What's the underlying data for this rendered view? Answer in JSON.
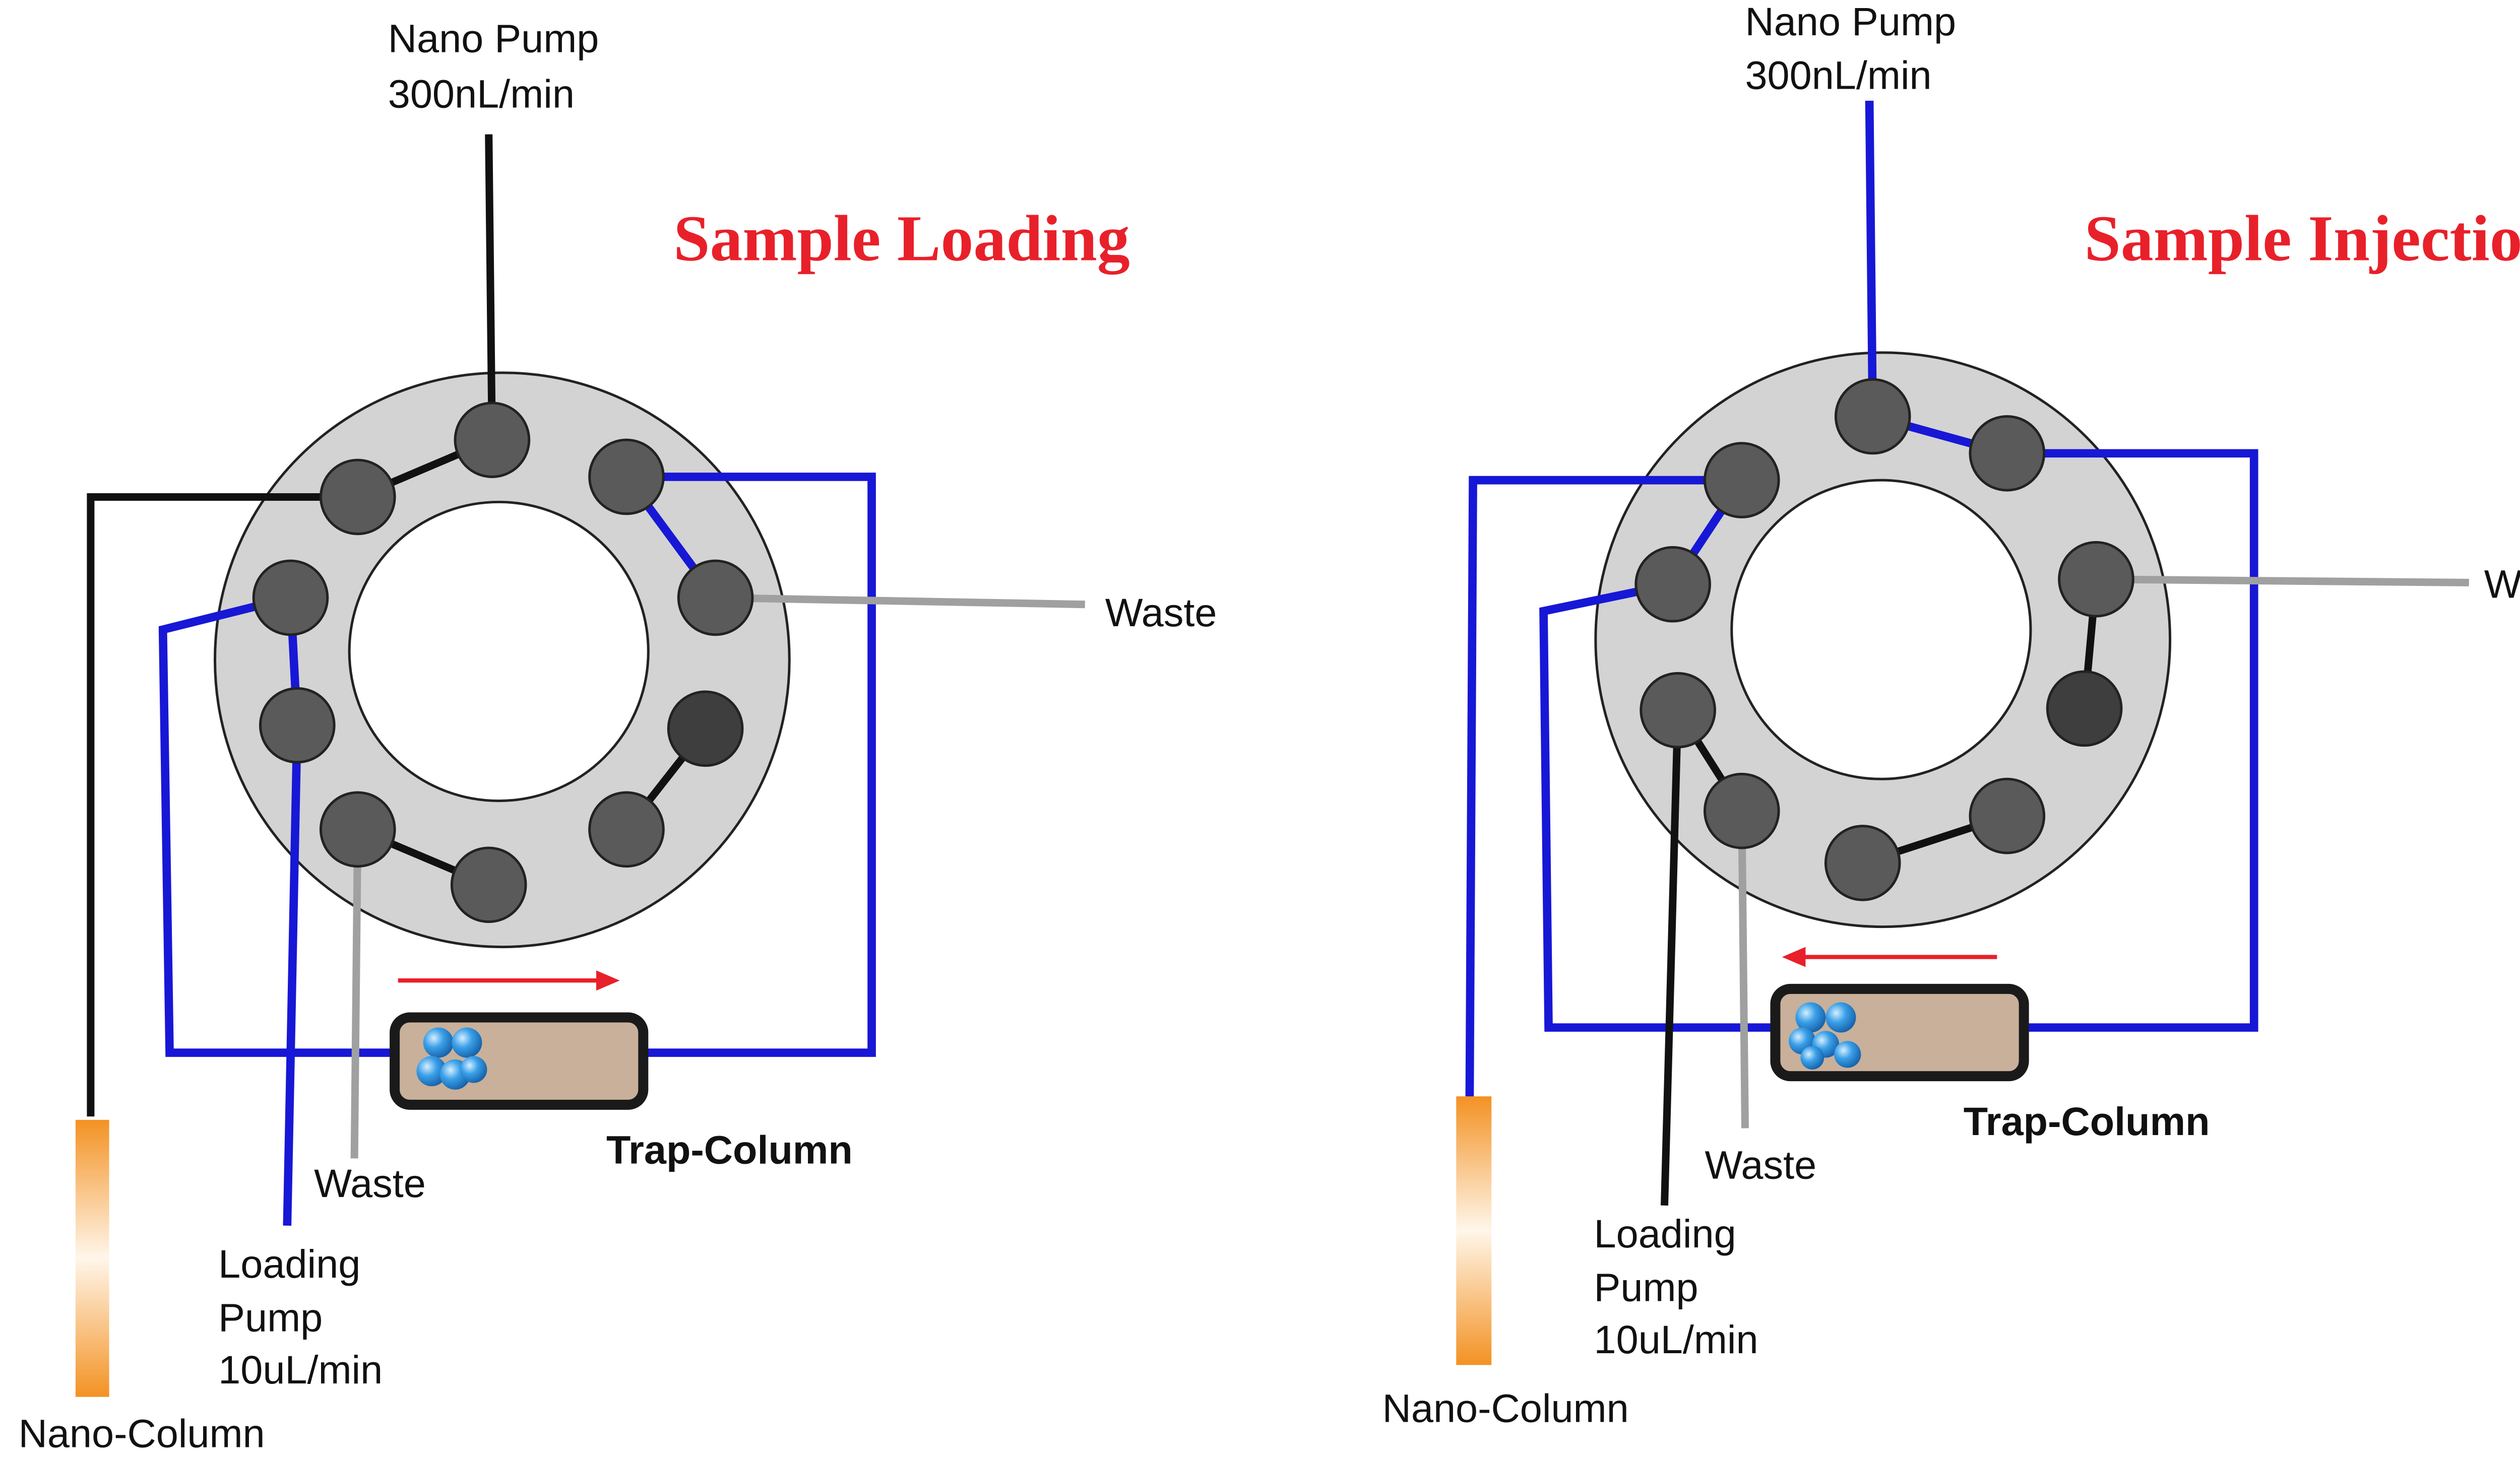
{
  "colors": {
    "tubing_blue": "#1717d6",
    "tubing_black": "#111111",
    "waste_line": "#a0a0a0",
    "valve_body": "#d3d3d3",
    "port": "#5a5a5a",
    "port_dark": "#3e3e3e",
    "arrow": "#e8202a",
    "column": "#f39223",
    "trap_fill": "#c8b09a",
    "bead": "#2a8fd8",
    "title": "#e8202a"
  },
  "panels": [
    {
      "title": "Sample Loading",
      "nano_pump_line1": "Nano Pump",
      "nano_pump_line2": "300nL/min",
      "waste_right": "Waste",
      "waste_bottom": "Waste",
      "loading_pump_line1": "Loading",
      "loading_pump_line2": "Pump",
      "loading_pump_line3": "10uL/min",
      "trap_column": "Trap-Column",
      "nano_column": "Nano-Column",
      "flow_direction": "right"
    },
    {
      "title": "Sample Injection",
      "nano_pump_line1": "Nano Pump",
      "nano_pump_line2": "300nL/min",
      "waste_right": "Waste",
      "waste_bottom": "Waste",
      "loading_pump_line1": "Loading",
      "loading_pump_line2": "Pump",
      "loading_pump_line3": "10uL/min",
      "trap_column": "Trap-Column",
      "nano_column": "Nano-Column",
      "flow_direction": "left"
    }
  ]
}
